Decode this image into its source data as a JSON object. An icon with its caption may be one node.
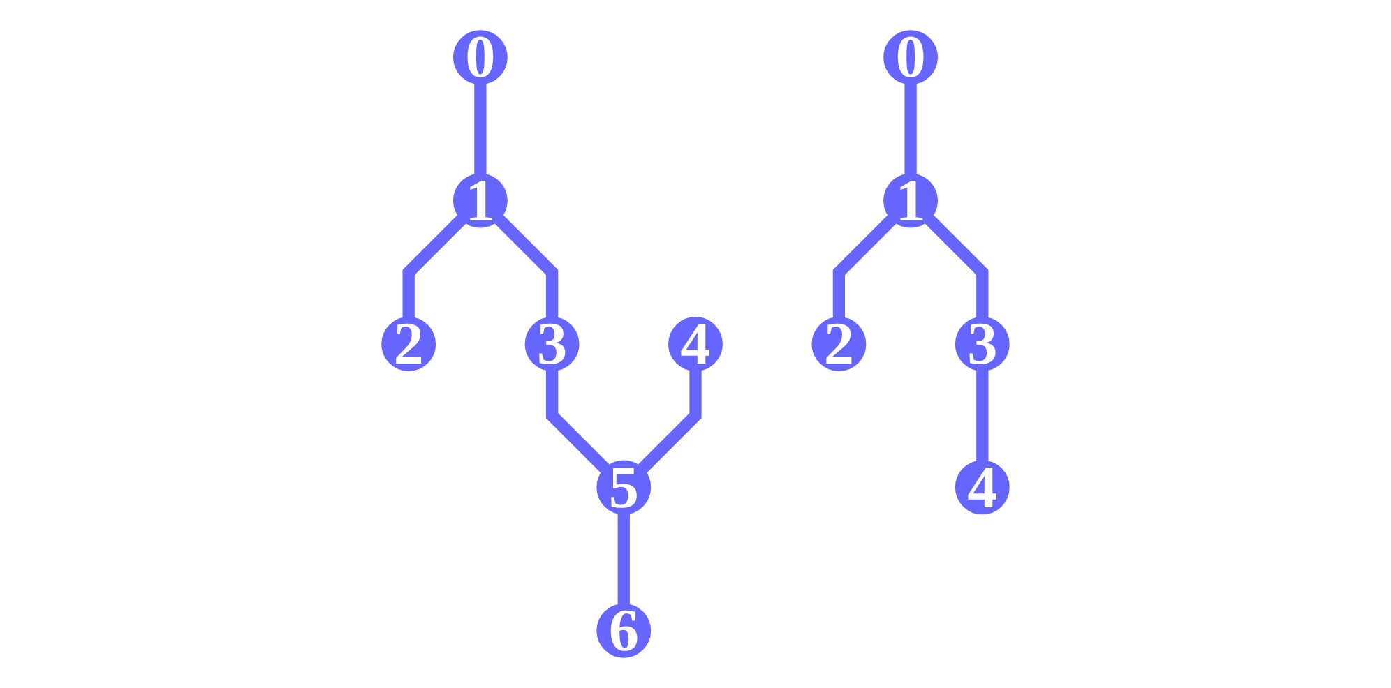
{
  "diagram": {
    "nodes": [
      {
        "text": [
          "0"
        ]
      },
      {
        "text": [
          "1"
        ]
      },
      {
        "text": [
          "2"
        ]
      },
      {
        "text": [
          "3"
        ]
      },
      {
        "text": [
          "4"
        ]
      },
      {
        "text": [
          "5"
        ]
      },
      {
        "text": [
          "6"
        ]
      },
      {
        "text": [
          "0"
        ]
      },
      {
        "text": [
          "1"
        ]
      },
      {
        "text": [
          "2"
        ]
      },
      {
        "text": [
          "3"
        ]
      },
      {
        "text": [
          "4"
        ]
      }
    ],
    "edges": [
      {
        "from": 0,
        "to": 1,
        "arrow": "none"
      },
      {
        "from": 1,
        "to": 2,
        "arrow": "none"
      },
      {
        "from": 1,
        "to": 3,
        "arrow": "none"
      },
      {
        "from": 3,
        "to": 5,
        "arrow": "none"
      },
      {
        "from": 4,
        "to": 5,
        "arrow": "none"
      },
      {
        "from": 5,
        "to": 6,
        "arrow": "none"
      },
      {
        "from": 7,
        "to": 8,
        "arrow": "none"
      },
      {
        "from": 8,
        "to": 9,
        "arrow": "none"
      },
      {
        "from": 8,
        "to": 10,
        "arrow": "none"
      },
      {
        "from": 10,
        "to": 11,
        "arrow": "none"
      }
    ]
  }
}
